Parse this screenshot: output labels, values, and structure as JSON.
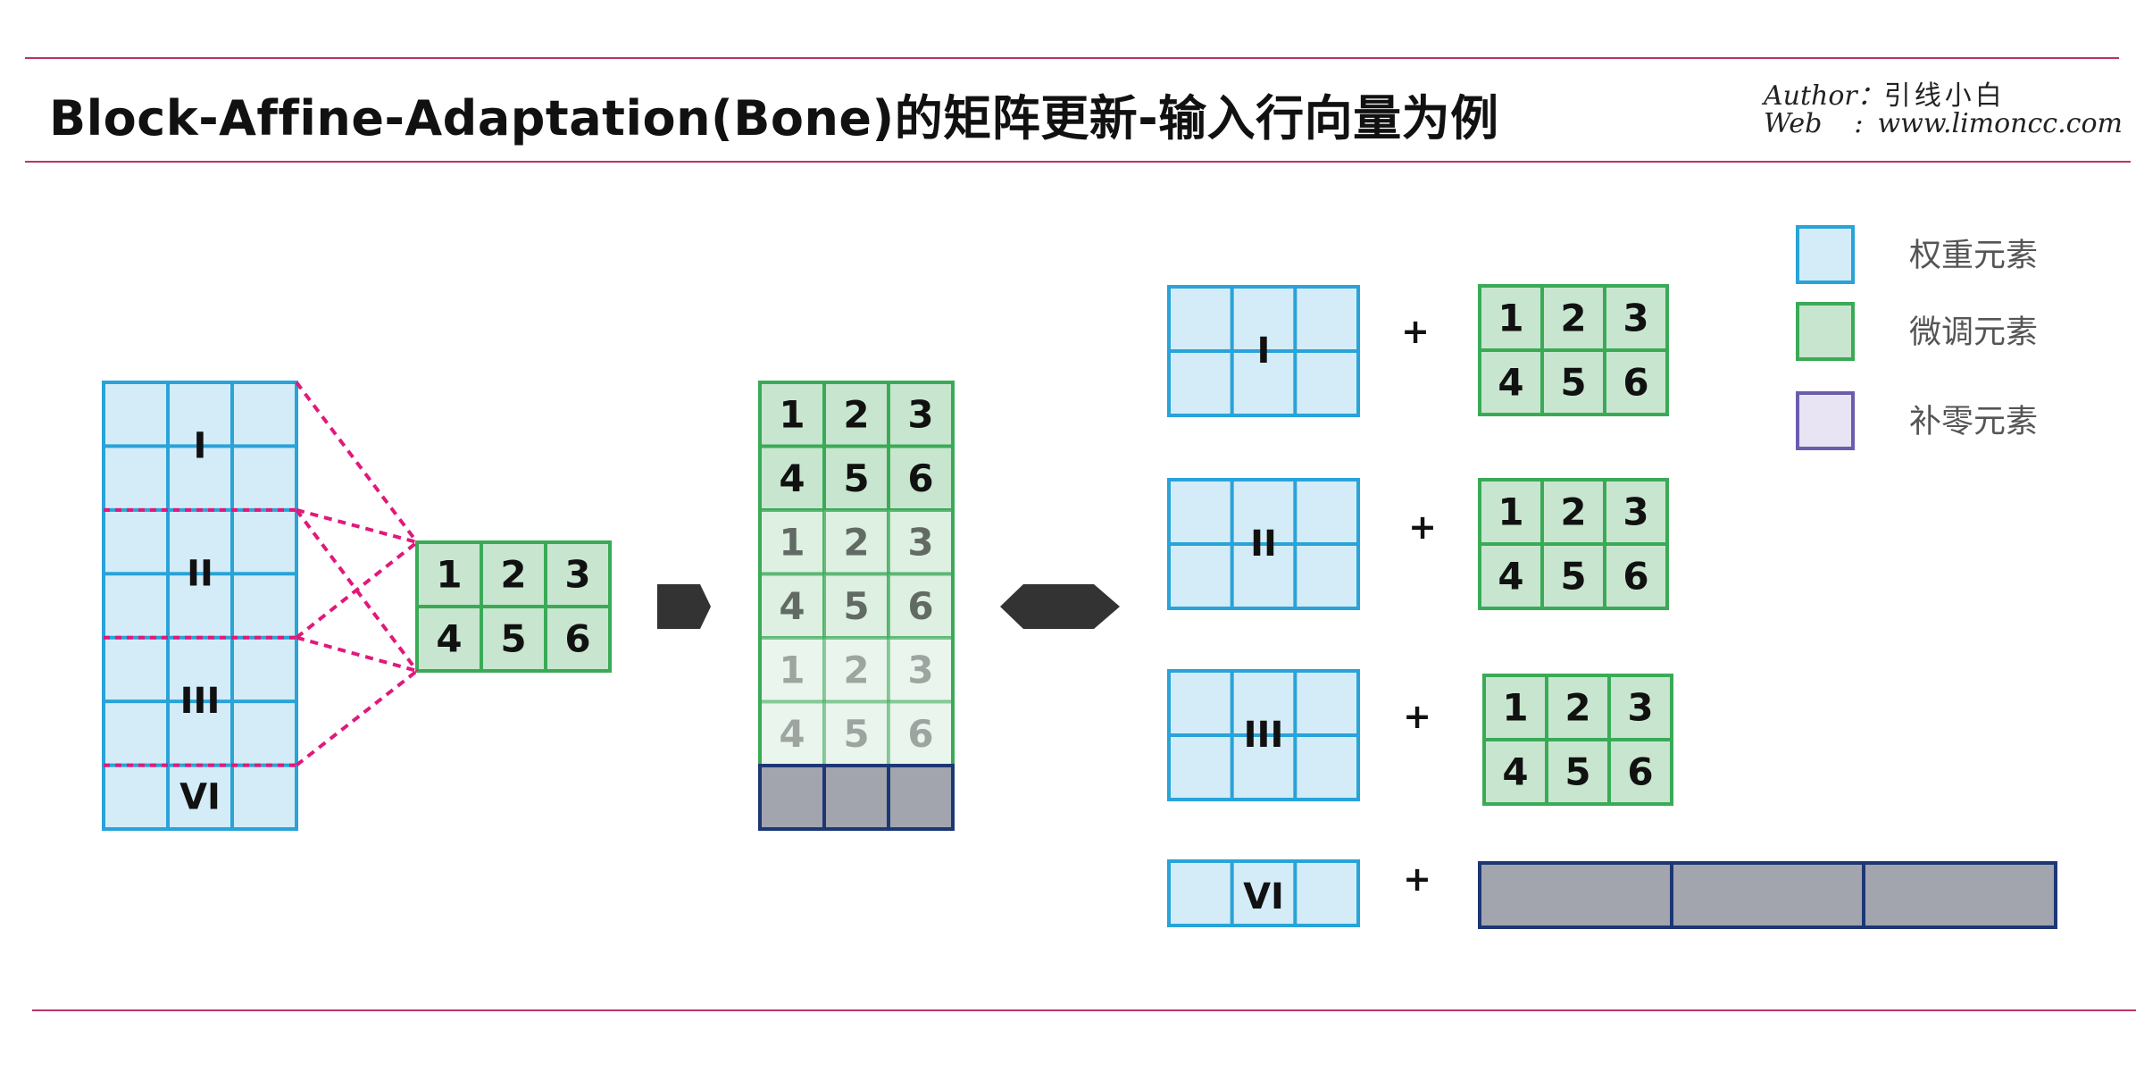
{
  "header": {
    "title": "Block-Affine-Adaptation(Bone)的矩阵更新-输入行向量为例",
    "author_label": "Author：",
    "author_value": "引线小白",
    "web_label": "Web",
    "web_sep": ":",
    "web_value": "www.limoncc.com"
  },
  "legend": [
    {
      "label": "权重元素",
      "fill": "#d4ecf7",
      "stroke": "#29a3d8"
    },
    {
      "label": "微调元素",
      "fill": "#c8e6cf",
      "stroke": "#3aaa57"
    },
    {
      "label": "补零元素",
      "fill": "#e8e4f3",
      "stroke": "#6b5cad"
    }
  ],
  "weight_matrix": {
    "block_labels": [
      "I",
      "II",
      "III",
      "VI"
    ]
  },
  "finetune_matrix": {
    "values": [
      "1",
      "2",
      "3",
      "4",
      "5",
      "6"
    ]
  },
  "expanded_matrix": {
    "values": [
      "1",
      "2",
      "3",
      "4",
      "5",
      "6",
      "1",
      "2",
      "3",
      "4",
      "5",
      "6",
      "1",
      "2",
      "3",
      "4",
      "5",
      "6"
    ]
  },
  "decomposition": {
    "plus": "+",
    "rows": [
      {
        "block_label": "I",
        "values": [
          "1",
          "2",
          "3",
          "4",
          "5",
          "6"
        ]
      },
      {
        "block_label": "II",
        "values": [
          "1",
          "2",
          "3",
          "4",
          "5",
          "6"
        ]
      },
      {
        "block_label": "III",
        "values": [
          "1",
          "2",
          "3",
          "4",
          "5",
          "6"
        ]
      },
      {
        "block_label": "VI",
        "padding": true
      }
    ]
  },
  "colors": {
    "weight_fill": "#d4ecf7",
    "weight_stroke": "#29a3d8",
    "tune_fill": "#c8e6cf",
    "tune_stroke": "#3aaa57",
    "pad_fill": "#a2a5ae",
    "pad_stroke": "#1d3775",
    "accent_line": "#b8336a",
    "dash": "#e0197a",
    "arrow": "#333333"
  }
}
